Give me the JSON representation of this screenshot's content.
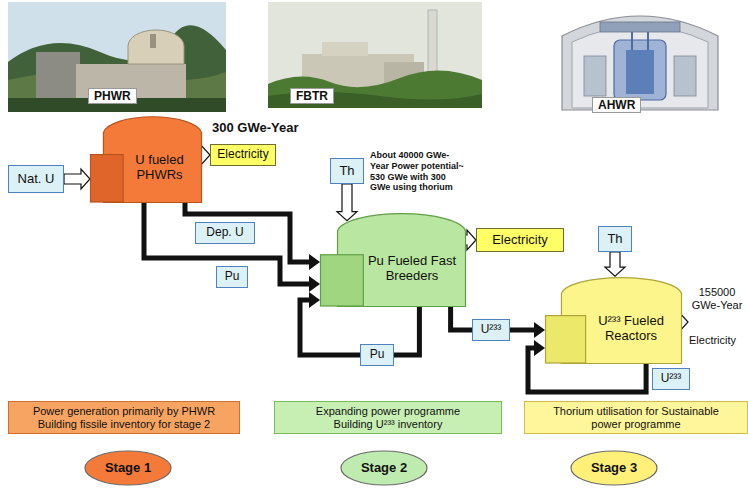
{
  "diagram": {
    "nodes": [
      {
        "text": [
          "Nat. U"
        ]
      },
      {
        "text": [
          "U fueled PHWRs"
        ]
      },
      {
        "text": [
          "Electricity"
        ]
      },
      {
        "text": [
          "Dep. U"
        ]
      },
      {
        "text": [
          "Pu"
        ]
      },
      {
        "text": [
          "Th"
        ]
      },
      {
        "text": [
          "Pu Fueled Fast Breeders"
        ]
      },
      {
        "text": [
          "Electricity"
        ]
      },
      {
        "text": [
          "U²³³"
        ]
      },
      {
        "text": [
          "Pu"
        ]
      },
      {
        "text": [
          "Th"
        ]
      },
      {
        "text": [
          "U²³³ Fueled Reactors"
        ]
      },
      {
        "text": [
          "U²³³"
        ]
      },
      {
        "text": [
          "Power generation primarily by PHWR Building fissile inventory for stage 2"
        ]
      },
      {
        "text": [
          "Expanding power programme Building U²³³ inventory"
        ]
      },
      {
        "text": [
          "Thorium utilisation for Sustainable power programme"
        ]
      },
      {
        "text": [
          "Stage 1"
        ]
      },
      {
        "text": [
          "Stage 2"
        ]
      },
      {
        "text": [
          "Stage 3"
        ]
      }
    ],
    "edges": [
      {
        "from": 0,
        "to": 1,
        "arrow": "to"
      },
      {
        "from": 1,
        "to": 2,
        "arrow": "to"
      },
      {
        "from": 1,
        "to": 6,
        "arrow": "to"
      },
      {
        "from": 1,
        "to": 6,
        "arrow": "to"
      },
      {
        "from": 5,
        "to": 6,
        "arrow": "to"
      },
      {
        "from": 6,
        "to": 7,
        "arrow": "to"
      },
      {
        "from": 6,
        "to": 6,
        "arrow": "to"
      },
      {
        "from": 6,
        "to": 11,
        "arrow": "to"
      },
      {
        "from": 10,
        "to": 11,
        "arrow": "to"
      },
      {
        "from": 11,
        "to": 11,
        "arrow": "to"
      }
    ],
    "labels": [
      "PHWR",
      "FBTR",
      "AHWR",
      "300 GWe-Year",
      "About 40000 GWe-Year Power potential~ 530 GWe with 300 GWe using thorium",
      "155000 GWe-Year",
      "Electricity"
    ]
  }
}
